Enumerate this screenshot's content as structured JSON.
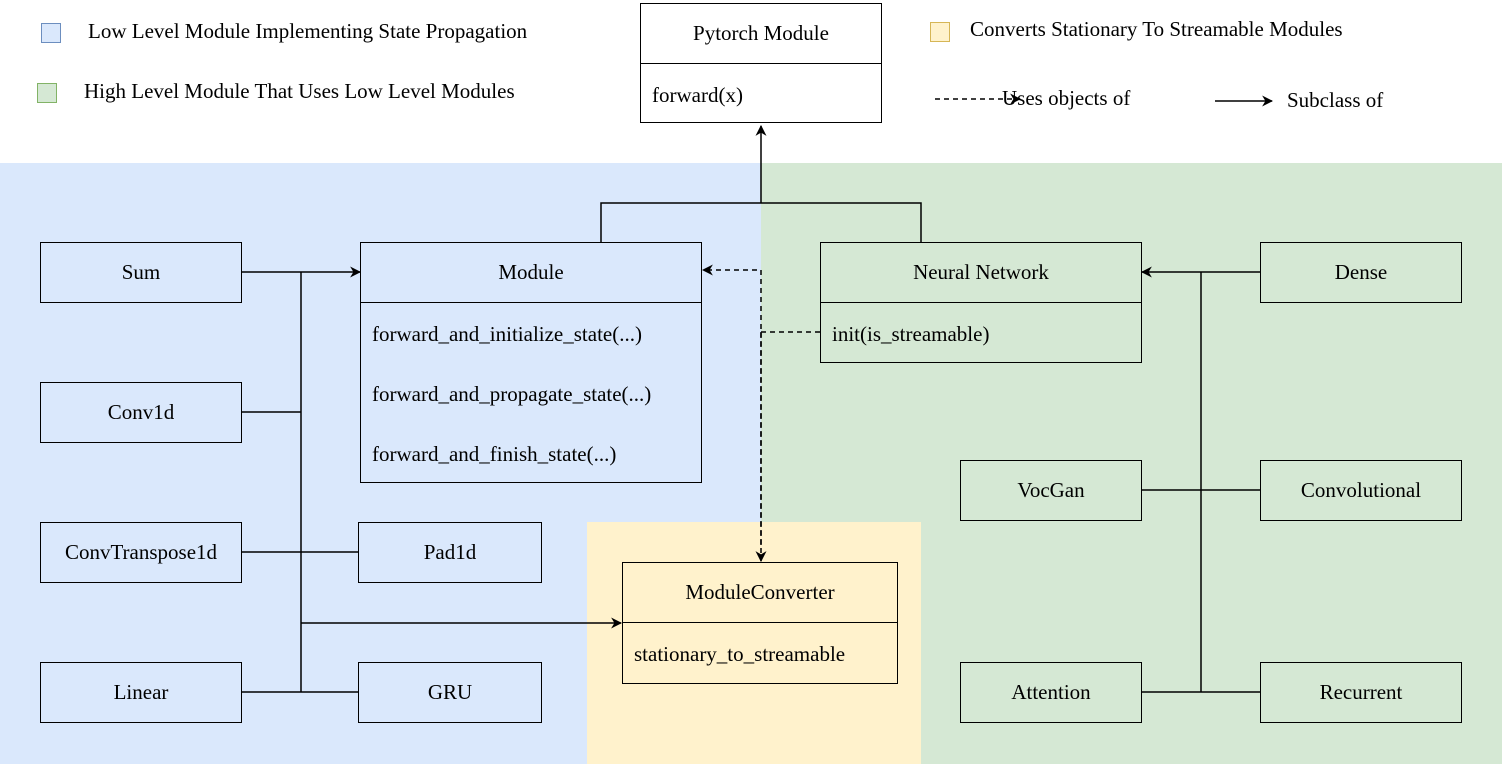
{
  "colors": {
    "low_level": "#dae8fc",
    "high_level": "#d5e8d4",
    "converter": "#fff2cc",
    "line": "#000000"
  },
  "legend": {
    "low_level": "Low Level Module Implementing State Propagation",
    "high_level": "High Level Module That Uses Low Level Modules",
    "converter": "Converts Stationary To Streamable Modules",
    "uses_objects": "Uses objects of",
    "subclass": "Subclass of"
  },
  "pytorch_module": {
    "name": "Pytorch Module",
    "methods": [
      "forward(x)"
    ]
  },
  "module": {
    "name": "Module",
    "methods": [
      "forward_and_initialize_state(...)",
      "forward_and_propagate_state(...)",
      "forward_and_finish_state(...)"
    ]
  },
  "neural_network": {
    "name": "Neural Network",
    "methods": [
      "init(is_streamable)"
    ]
  },
  "module_converter": {
    "name": "ModuleConverter",
    "methods": [
      "stationary_to_streamable"
    ]
  },
  "low_level_modules": [
    "Sum",
    "Conv1d",
    "ConvTranspose1d",
    "Linear",
    "Pad1d",
    "GRU"
  ],
  "high_level_modules": [
    "Dense",
    "VocGan",
    "Convolutional",
    "Attention",
    "Recurrent"
  ]
}
